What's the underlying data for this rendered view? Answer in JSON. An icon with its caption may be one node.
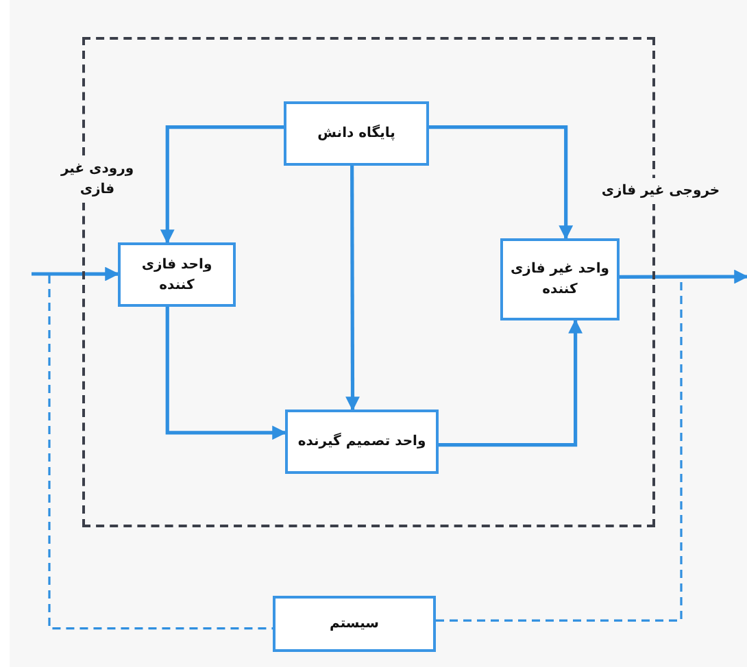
{
  "diagram": {
    "nodes": [
      {
        "text": [],
        "shape": "box"
      },
      {
        "text": [
          "پایگاه دانش"
        ],
        "in": 0
      },
      {
        "text": [
          "واحد فازی کننده"
        ],
        "in": 0
      },
      {
        "text": [
          "واحد غیر فازی کننده"
        ],
        "in": 0
      },
      {
        "text": [
          "واحد تصمیم گیرنده"
        ],
        "in": 0
      },
      {
        "text": [
          "سیستم"
        ]
      }
    ],
    "edges": [
      {
        "from": 1,
        "to": 2,
        "arrow": "to"
      },
      {
        "from": 1,
        "to": 3,
        "arrow": "to"
      },
      {
        "from": 1,
        "to": 4,
        "arrow": "to"
      },
      {
        "from": 2,
        "to": 4,
        "arrow": "to"
      },
      {
        "from": 4,
        "to": 3,
        "arrow": "to"
      },
      {
        "from": null,
        "to": 2,
        "arrow": "to"
      },
      {
        "from": 3,
        "to": null,
        "arrow": "to"
      },
      {
        "from": null,
        "to": 5,
        "arrow": "none",
        "style": "dashed"
      },
      {
        "from": 5,
        "to": null,
        "arrow": "none",
        "style": "dashed"
      }
    ],
    "labels": [
      "ورودی غیر فازی",
      "خروجی غیر فازی"
    ]
  }
}
